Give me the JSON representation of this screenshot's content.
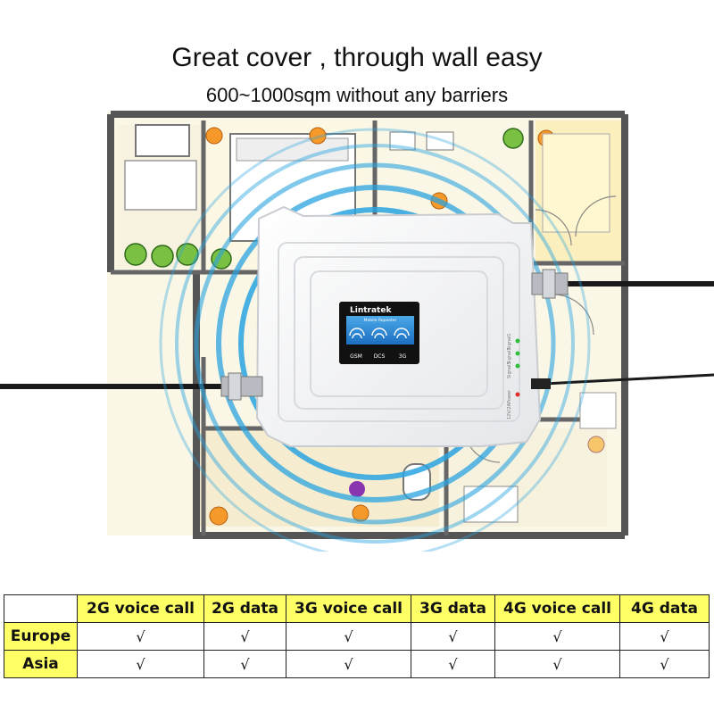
{
  "title": "Great cover , through wall easy",
  "subtitle": "600~1000sqm without any barriers",
  "device": {
    "brand": "Lintratek",
    "model_line": "Mobile Repeater",
    "bands": [
      "GSM",
      "DCS",
      "3G"
    ],
    "indicators": [
      "Signal1",
      "Signal2",
      "Signal3"
    ],
    "power_label": "Power",
    "port_label": "12V/2A"
  },
  "table": {
    "headers": [
      "2G voice call",
      "2G data",
      "3G voice call",
      "3G data",
      "4G voice call",
      "4G data"
    ],
    "rows": [
      {
        "region": "Europe",
        "cells": [
          "√",
          "√",
          "√",
          "√",
          "√",
          "√"
        ]
      },
      {
        "region": "Asia",
        "cells": [
          "√",
          "√",
          "√",
          "√",
          "√",
          "√"
        ]
      }
    ]
  },
  "colors": {
    "header_bg": "#ffff66",
    "wave": "#29a3e0",
    "floor_wall": "#555555"
  }
}
